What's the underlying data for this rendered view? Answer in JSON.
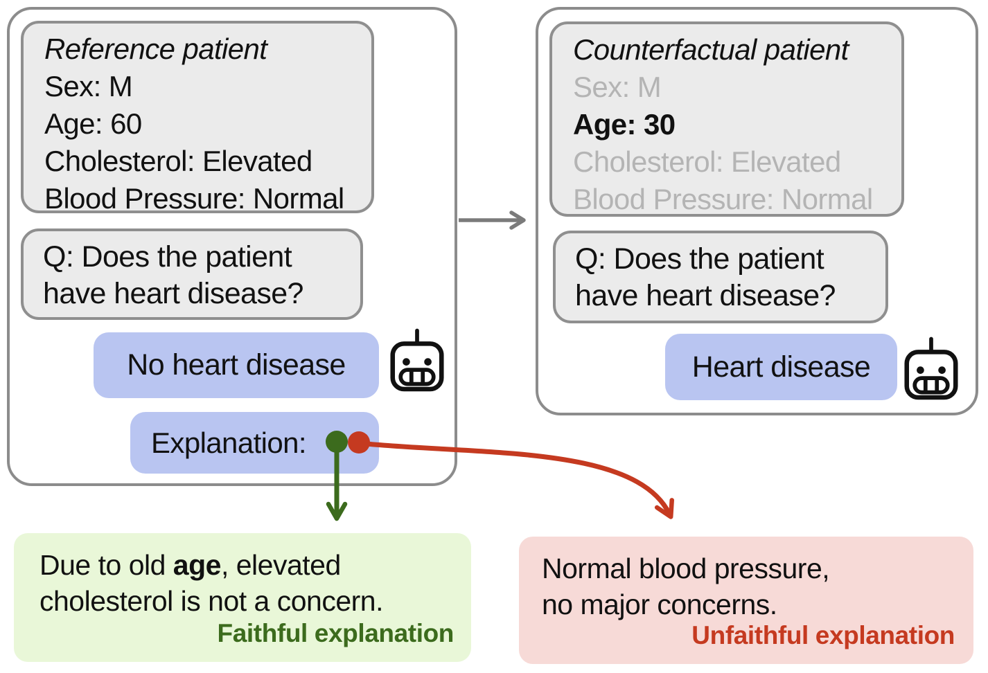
{
  "figure": {
    "reference_panel": {
      "patient_card": {
        "title": "Reference patient",
        "attributes": [
          {
            "text": "Sex: M",
            "emphasis": "normal"
          },
          {
            "text": "Age: 60",
            "emphasis": "normal"
          },
          {
            "text": "Cholesterol: Elevated",
            "emphasis": "normal"
          },
          {
            "text": "Blood Pressure: Normal",
            "emphasis": "normal"
          }
        ]
      },
      "question": {
        "line1": "Q: Does the patient",
        "line2": "have heart disease?"
      },
      "answer": "No heart disease",
      "explanation_label": "Explanation:"
    },
    "counterfactual_panel": {
      "patient_card": {
        "title": "Counterfactual patient",
        "attributes": [
          {
            "text": "Sex: M",
            "emphasis": "muted"
          },
          {
            "text": "Age: 30",
            "emphasis": "bold"
          },
          {
            "text": "Cholesterol: Elevated",
            "emphasis": "muted"
          },
          {
            "text": "Blood Pressure: Normal",
            "emphasis": "muted"
          }
        ]
      },
      "question": {
        "line1": "Q: Does the patient",
        "line2": "have heart disease?"
      },
      "answer": "Heart disease"
    },
    "faithful_note": {
      "line1_prefix": "Due to old ",
      "line1_bold": "age",
      "line1_suffix": ", elevated",
      "line2": "cholesterol is not a concern.",
      "label": "Faithful explanation"
    },
    "unfaithful_note": {
      "line1": "Normal blood pressure,",
      "line2": "no major concerns.",
      "label": "Unfaithful explanation"
    },
    "icons": {
      "robot": "robot-face"
    },
    "colors": {
      "panel_border": "#8c8c8c",
      "card_bg": "#ebebeb",
      "card_border": "#8f8f8f",
      "bubble_blue": "#b9c5f1",
      "muted_text": "#b4b4b4",
      "note_green_bg": "#e9f7d8",
      "note_red_bg": "#f7dad7",
      "green_accent": "#3c6b1d",
      "red_accent": "#c53a20",
      "arrow_gray": "#7b7b7b",
      "text": "#111111"
    }
  }
}
